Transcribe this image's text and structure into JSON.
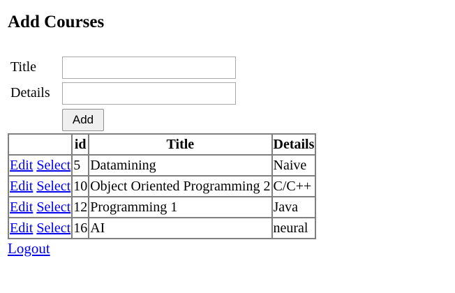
{
  "page": {
    "title": "Add Courses"
  },
  "form": {
    "title_label": "Title",
    "title_value": "",
    "details_label": "Details",
    "details_value": "",
    "add_label": "Add"
  },
  "table": {
    "headers": [
      "",
      "id",
      "Title",
      "Details"
    ],
    "edit_label": "Edit",
    "select_label": "Select",
    "rows": [
      {
        "id": "5",
        "title": "Datamining",
        "details": "Naive"
      },
      {
        "id": "10",
        "title": "Object Oriented Programming 2",
        "details": "C/C++"
      },
      {
        "id": "12",
        "title": "Programming 1",
        "details": "Java"
      },
      {
        "id": "16",
        "title": "AI",
        "details": "neural"
      }
    ]
  },
  "footer": {
    "logout_label": "Logout"
  },
  "colors": {
    "link": "#0000ee",
    "border": "#808080"
  }
}
